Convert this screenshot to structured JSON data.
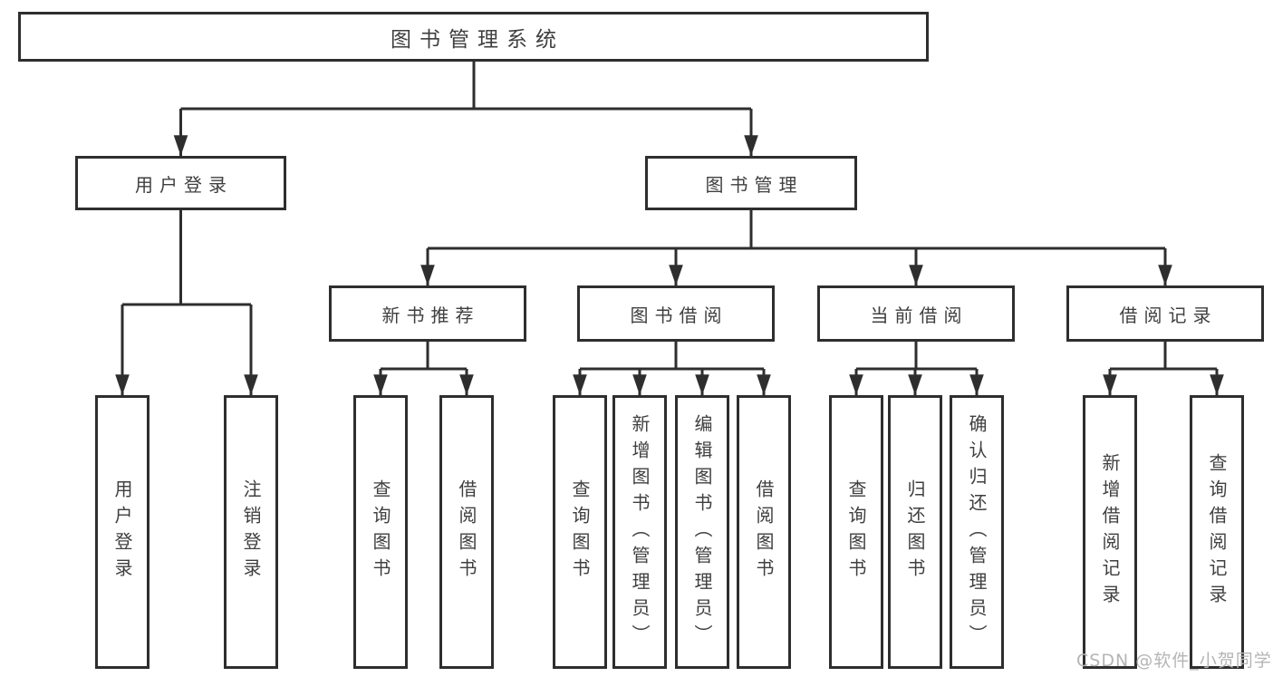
{
  "diagram_type": "functional-structure-tree",
  "tree": {
    "label": "图书管理系统",
    "children": [
      {
        "label": "用户登录",
        "children": [
          {
            "label": "用户登录"
          },
          {
            "label": "注销登录"
          }
        ]
      },
      {
        "label": "图书管理",
        "children": [
          {
            "label": "新书推荐",
            "children": [
              {
                "label": "查询图书"
              },
              {
                "label": "借阅图书"
              }
            ]
          },
          {
            "label": "图书借阅",
            "children": [
              {
                "label": "查询图书"
              },
              {
                "label": "新增图书（管理员）"
              },
              {
                "label": "编辑图书（管理员）"
              },
              {
                "label": "借阅图书"
              }
            ]
          },
          {
            "label": "当前借阅",
            "children": [
              {
                "label": "查询图书"
              },
              {
                "label": "归还图书"
              },
              {
                "label": "确认归还（管理员）"
              }
            ]
          },
          {
            "label": "借阅记录",
            "children": [
              {
                "label": "新增借阅记录"
              },
              {
                "label": "查询借阅记录"
              }
            ]
          }
        ]
      }
    ]
  },
  "watermark": {
    "text": "CSDN @软件_小贺同学"
  },
  "colors": {
    "line": "#2e2e2e",
    "text": "#3f3f3f",
    "watermark": "#b5b5b5",
    "bg": "#ffffff"
  }
}
